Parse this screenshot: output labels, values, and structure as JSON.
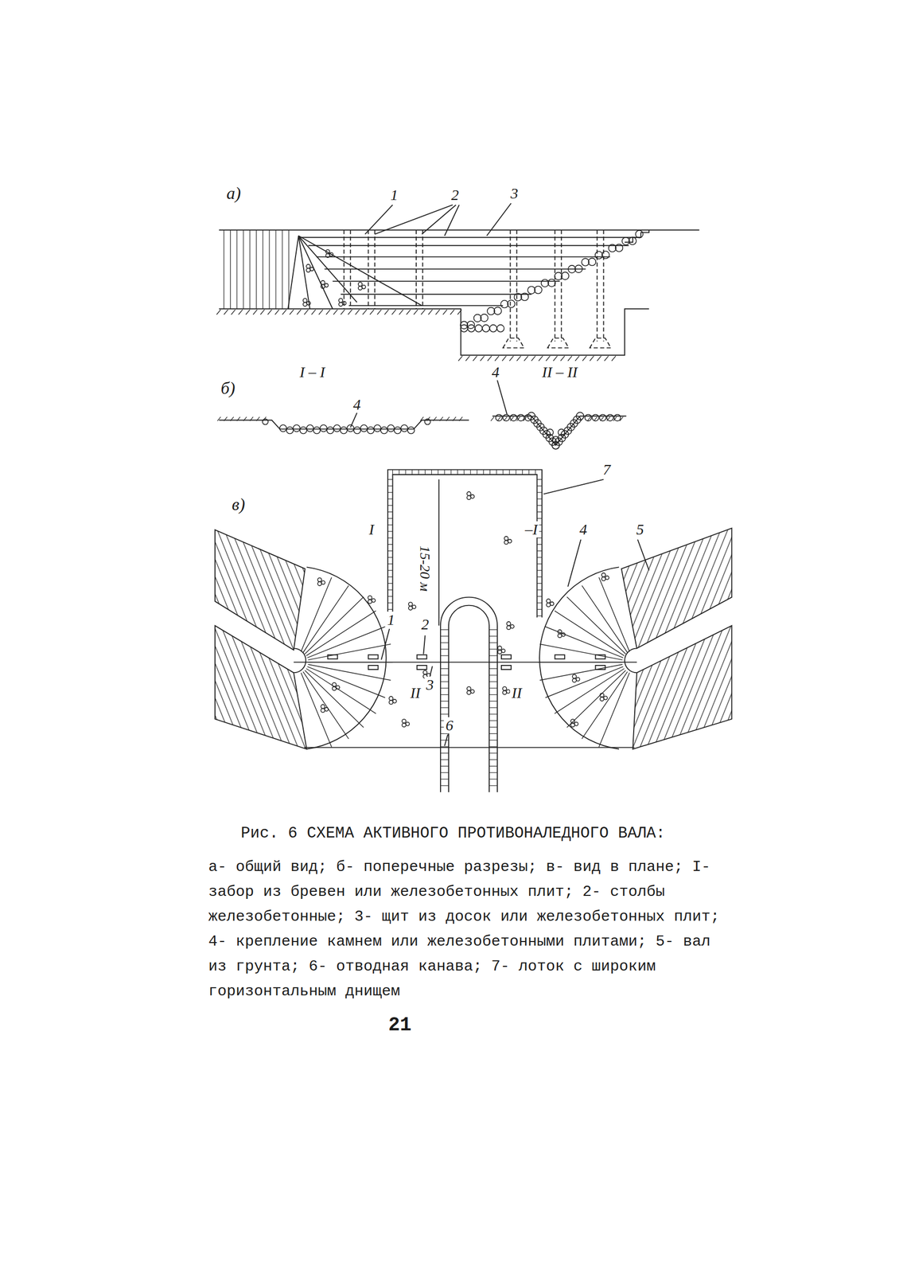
{
  "diagram": {
    "caption": "Рис. 6 СХЕМА АКТИВНОГО ПРОТИВОНАЛЕДНОГО ВАЛА:",
    "labels": [
      "а)",
      "1",
      "2",
      "3",
      "б)",
      "I – I",
      "4",
      "4",
      "II – II",
      "в)",
      "7",
      "I",
      "–I",
      "4",
      "5",
      "15-20 м",
      "1",
      "2",
      "3",
      "II",
      "II",
      "6",
      "а- общий вид; б- поперечные разрезы; в- вид в плане; I- забор из бревен или железобетонных плит; 2- столбы железобетонные; 3- щит из досок или железобетонных плит; 4- крепление камнем или железобетонными плитами; 5- вал из грунта; 6- отводная канава; 7- лоток с широким горизонтальным днищем",
      "21"
    ]
  }
}
